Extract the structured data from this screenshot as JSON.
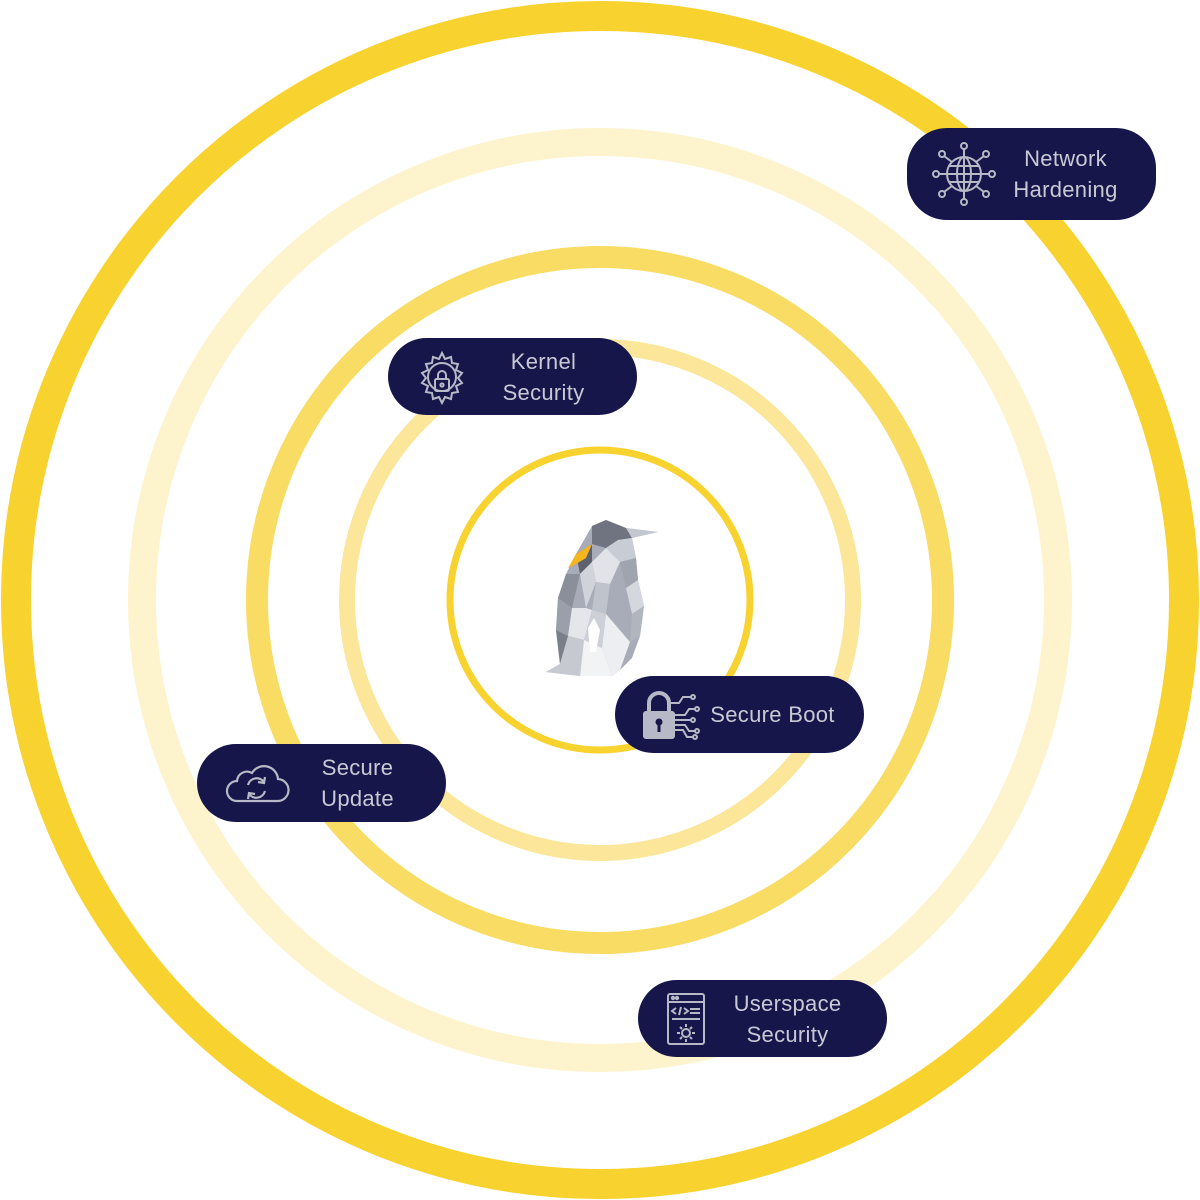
{
  "colors": {
    "ring_strong": "#f8d22e",
    "ring_medium": "#f8dc63",
    "ring_light": "#fbe69a",
    "ring_faint": "#fdf3cc",
    "pill_background": "#16164a",
    "pill_text": "#c9c9d6"
  },
  "layers": [
    {
      "label": "Network\nHardening",
      "icon": "globe-network-icon"
    },
    {
      "label": "Kernel\nSecurity",
      "icon": "gear-lock-icon"
    },
    {
      "label": "Secure Boot",
      "icon": "padlock-circuit-icon"
    },
    {
      "label": "Secure\nUpdate",
      "icon": "cloud-sync-icon"
    },
    {
      "label": "Userspace\nSecurity",
      "icon": "code-settings-icon"
    }
  ],
  "center": {
    "icon": "penguin-icon"
  }
}
